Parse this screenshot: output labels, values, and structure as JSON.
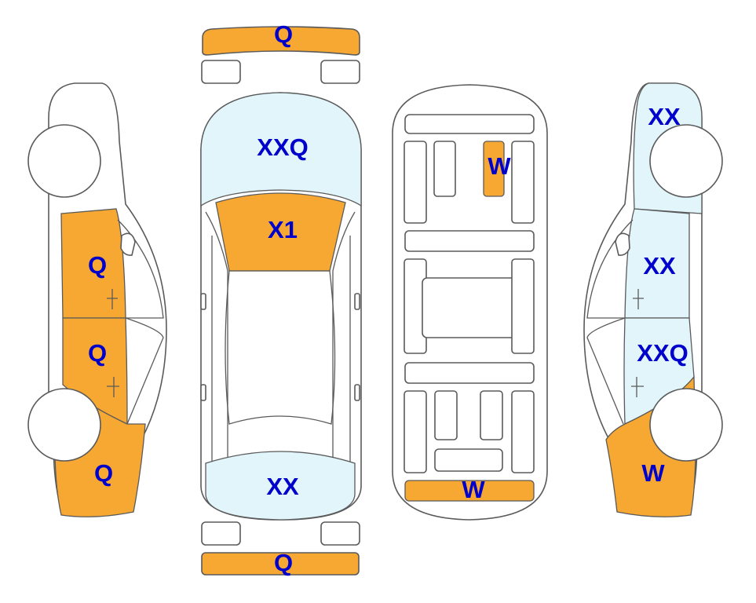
{
  "colors": {
    "damaged": "#f7a832",
    "lightblue": "#e1f5fb",
    "label": "#0000cc",
    "outline": "#5a5a5a"
  },
  "labels": {
    "front_bumper": "Q",
    "rear_bumper": "Q",
    "windshield": "XXQ",
    "hood": "X1",
    "rear_window": "XX",
    "trunk_interior": "W",
    "rear_sill": "W",
    "left_front_door": "Q",
    "left_rear_door": "Q",
    "left_rear_quarter": "Q",
    "right_front_fender": "XX",
    "right_front_door": "XX",
    "right_rear_door": "XXQ",
    "right_rear_quarter": "W"
  }
}
